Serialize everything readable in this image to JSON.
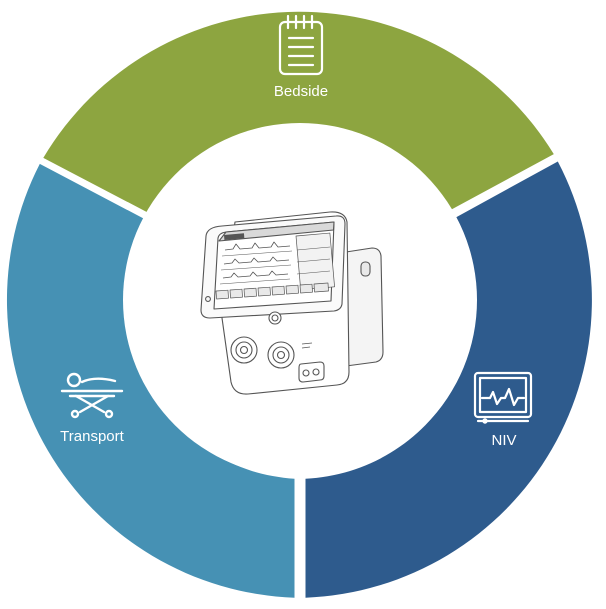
{
  "segments": [
    {
      "id": "bedside",
      "label": "Bedside",
      "icon": "clipboard-icon",
      "color": "#8da540"
    },
    {
      "id": "niv",
      "label": "NIV",
      "icon": "monitor-waveform-icon",
      "color": "#2e5b8d"
    },
    {
      "id": "transport",
      "label": "Transport",
      "icon": "stretcher-icon",
      "color": "#4691b4"
    }
  ],
  "center": {
    "image": "ventilator-device-illustration"
  }
}
